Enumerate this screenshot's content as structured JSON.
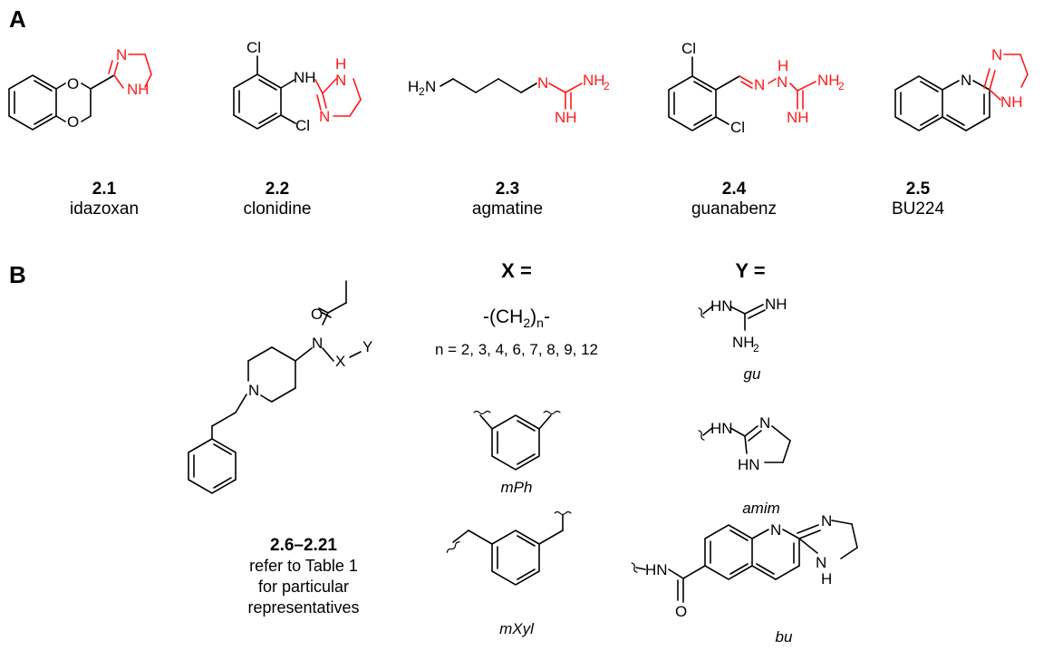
{
  "panels": {
    "a": "A",
    "b": "B"
  },
  "compounds": [
    {
      "number": "2.1",
      "name": "idazoxan"
    },
    {
      "number": "2.2",
      "name": "clonidine"
    },
    {
      "number": "2.3",
      "name": "agmatine"
    },
    {
      "number": "2.4",
      "name": "guanabenz"
    },
    {
      "number": "2.5",
      "name": "BU224"
    }
  ],
  "series": {
    "number": "2.6–2.21",
    "note_lines": [
      "refer to Table 1",
      "for particular",
      "representatives"
    ]
  },
  "x_header": "X =",
  "y_header": "Y =",
  "x_chain_prefix": "-(CH",
  "x_chain_sub1": "2",
  "x_chain_mid": ")",
  "x_chain_sub2": "n",
  "x_chain_suffix": "-",
  "x_n_values": "n = 2, 3, 4, 6, 7, 8, 9, 12",
  "x_options": [
    "mPh",
    "mXyl"
  ],
  "y_options": [
    "gu",
    "amim",
    "bu"
  ],
  "atoms": {
    "O": "O",
    "N": "N",
    "NH": "NH",
    "HN": "HN",
    "H": "H",
    "Cl": "Cl",
    "H2N_H": "H",
    "H2N_2": "2",
    "H2N_N": "N",
    "NH2_NH": "NH",
    "NH2_2": "2",
    "X": "X",
    "Y": "Y"
  },
  "colors": {
    "highlight": "#ff1a1a",
    "bond": "#000000"
  }
}
